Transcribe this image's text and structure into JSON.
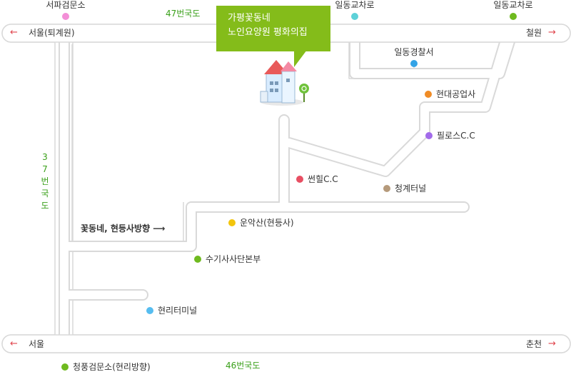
{
  "callout": {
    "line1": "가평꽃동네",
    "line2": "노인요양원 평화의집"
  },
  "roads": {
    "route47": "47번국도",
    "route37": [
      "3",
      "7",
      "번",
      "국",
      "도"
    ],
    "route46": "46번국도",
    "top_left": "서울(퇴계원)",
    "top_right": "철원",
    "bottom_left": "서울",
    "bottom_right": "춘천",
    "direction_note": "꽃동네, 현등사방향 ⟶",
    "arrow_left": "←",
    "arrow_right": "→"
  },
  "pois": [
    {
      "name": "서파검문소",
      "color": "#f38fd7"
    },
    {
      "name": "일동교차로",
      "color": "#5dd1d8"
    },
    {
      "name": "일동교차로",
      "color": "#6fba1f"
    },
    {
      "name": "일동경찰서",
      "color": "#33a3e6"
    },
    {
      "name": "현대공업사",
      "color": "#f08c26"
    },
    {
      "name": "필로스C.C",
      "color": "#a26bea"
    },
    {
      "name": "썬힐C.C",
      "color": "#e84f63"
    },
    {
      "name": "청계터널",
      "color": "#b59a7b"
    },
    {
      "name": "운악산(현등사)",
      "color": "#f3c50c"
    },
    {
      "name": "수기사사단본부",
      "color": "#6fba1f"
    },
    {
      "name": "현리터미널",
      "color": "#56bdf0"
    },
    {
      "name": "청풍검문소(현리방향)",
      "color": "#6fba1f"
    }
  ],
  "icons": {
    "building": "building-icon"
  }
}
